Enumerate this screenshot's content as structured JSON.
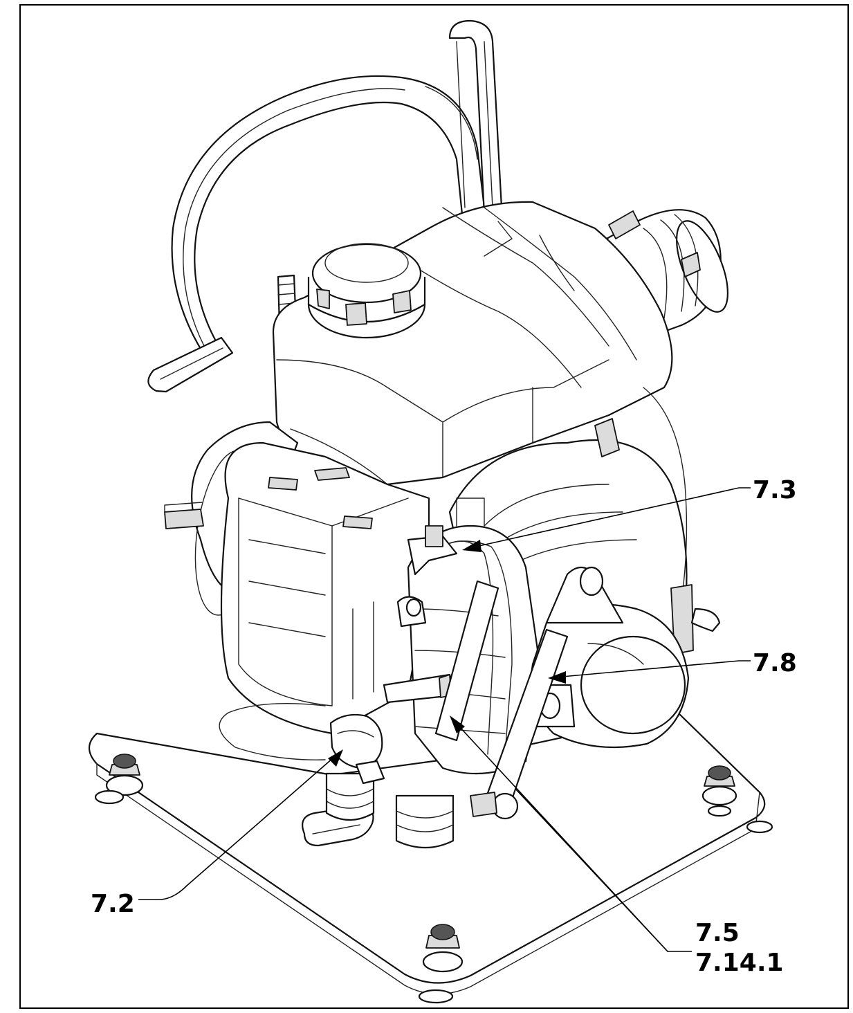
{
  "callouts": {
    "c73": "7.3",
    "c78": "7.8",
    "c72": "7.2",
    "c75": "7.5",
    "c7141": "7.14.1"
  }
}
